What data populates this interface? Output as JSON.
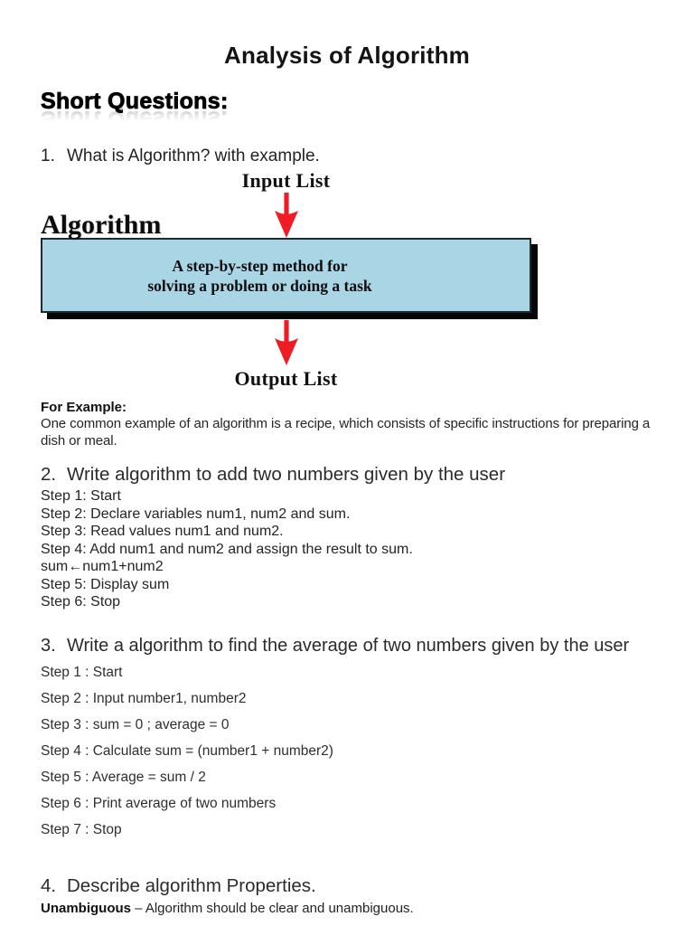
{
  "page": {
    "title": "Analysis of Algorithm",
    "section_heading": "Short Questions:"
  },
  "q1": {
    "number": "1.",
    "text": "What is Algorithm? with example.",
    "diagram": {
      "input_label": "Input List",
      "algorithm_label": "Algorithm",
      "box_line1": "A step-by-step method for",
      "box_line2": "solving a problem or doing a task",
      "output_label": "Output List",
      "box_fill_color": "#a9d5e4",
      "box_shadow_color": "#060606",
      "arrow_color": "#ee1c24"
    },
    "example_heading": "For Example:",
    "example_text": "One common example of an algorithm is a recipe, which consists of specific instructions for preparing a dish or meal."
  },
  "q2": {
    "number": "2.",
    "heading": "Write algorithm to add two numbers given by the user",
    "steps": [
      "Step 1: Start",
      "Step 2: Declare variables num1, num2 and sum.",
      "Step 3: Read values num1 and num2.",
      "Step 4: Add num1 and num2 and assign the result to sum.",
      "sum←num1+num2",
      "Step 5: Display sum",
      "Step 6: Stop"
    ]
  },
  "q3": {
    "number": "3.",
    "heading": "Write a algorithm to find the average of two numbers given by the user",
    "steps": [
      "Step 1 : Start",
      "Step 2 : Input number1, number2",
      "Step 3 : sum = 0 ; average = 0",
      "Step 4 : Calculate sum = (number1 + number2)",
      "Step 5 : Average = sum / 2",
      "Step 6 : Print average of two numbers",
      "Step 7 : Stop"
    ]
  },
  "q4": {
    "number": "4.",
    "heading": "Describe algorithm Properties.",
    "property_term": "Unambiguous",
    "property_desc": " – Algorithm should be clear and unambiguous."
  }
}
